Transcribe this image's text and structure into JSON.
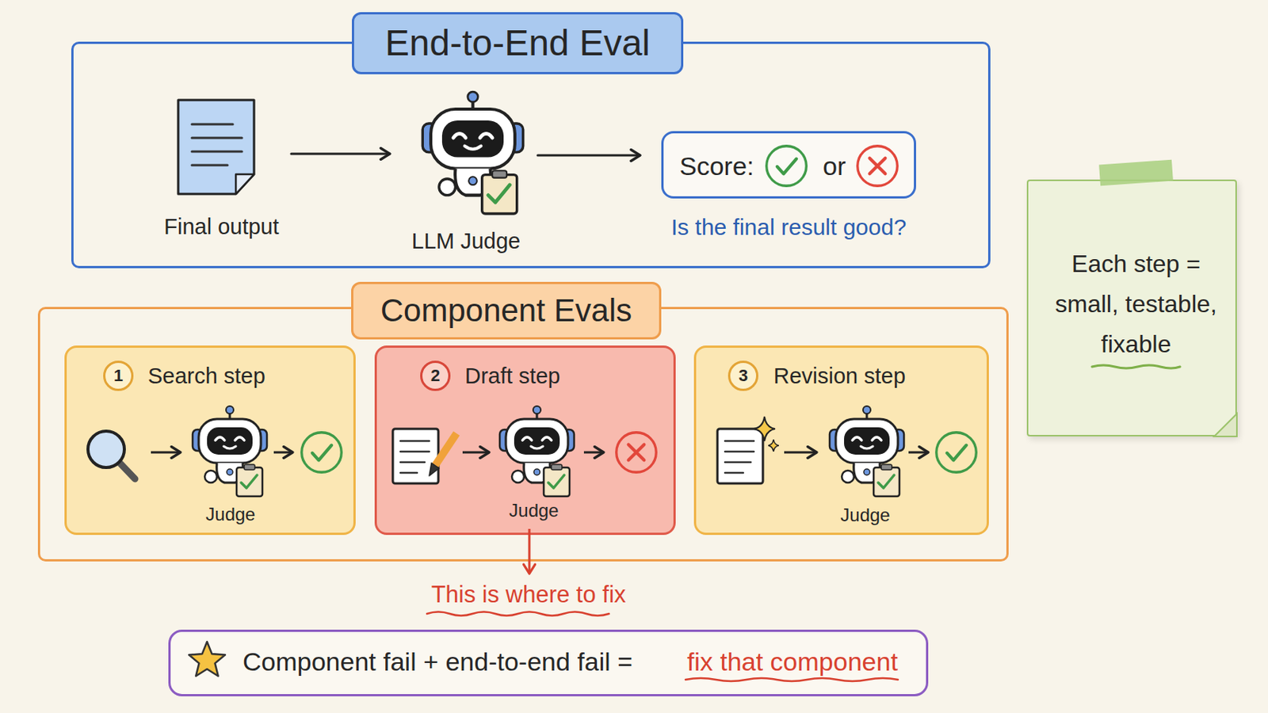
{
  "diagram": {
    "nodes": [
      {
        "text": [
          "End-to-End Eval"
        ]
      },
      {
        "text": [
          "Final output"
        ],
        "in": 0
      },
      {
        "text": [
          "LLM Judge"
        ],
        "in": 0
      },
      {
        "text": [
          "Score:",
          "or"
        ],
        "in": 0
      },
      {
        "text": [
          "Component Evals"
        ]
      },
      {
        "text": [
          "Search step"
        ],
        "in": 4
      },
      {
        "text": [
          "1"
        ],
        "in": 5
      },
      {
        "text": [
          "Judge"
        ],
        "in": 5
      },
      {
        "text": [
          "Draft step"
        ],
        "in": 4
      },
      {
        "text": [
          "2"
        ],
        "in": 8
      },
      {
        "text": [
          "Judge"
        ],
        "in": 8
      },
      {
        "text": [
          "Revision step"
        ],
        "in": 4
      },
      {
        "text": [
          "3"
        ],
        "in": 11
      },
      {
        "text": [
          "Judge"
        ],
        "in": 11
      },
      {
        "text": [
          "Component fail + end-to-end fail =",
          "fix that component"
        ]
      },
      {
        "text": [
          "Each step = small, testable, fixable"
        ]
      }
    ],
    "edges": [
      {
        "from": 1,
        "to": 2,
        "arrow": "to"
      },
      {
        "from": 2,
        "to": 3,
        "arrow": "to"
      }
    ],
    "labels": [
      "Is the final result good?",
      "This is where to fix"
    ]
  }
}
